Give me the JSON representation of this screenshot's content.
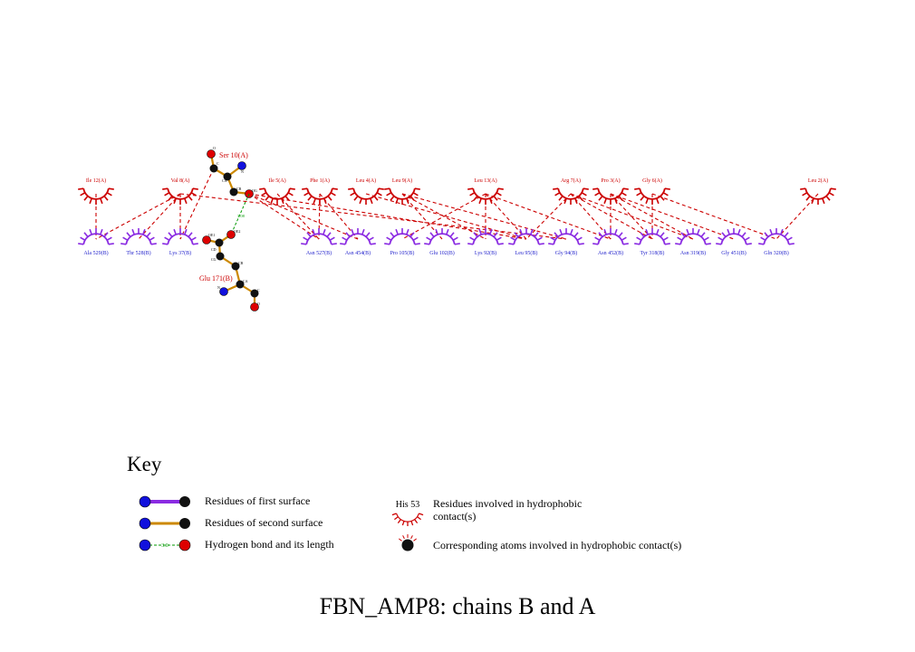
{
  "colors": {
    "arc_first_surface": "#8a2be2",
    "arc_second_surface": "#cc0000",
    "dash": "#cc0000",
    "hbond": "#009900",
    "bond_first": "#8a2be2",
    "bond_second": "#cc8800",
    "label_a": "#cc0000",
    "label_b": "#2222cc"
  },
  "residues_a": [
    {
      "id": "ile12a",
      "label": "Ile 12(A)"
    },
    {
      "id": "val8a",
      "label": "Val 8(A)"
    },
    {
      "id": "ile5a",
      "label": "Ile 5(A)"
    },
    {
      "id": "phe1a",
      "label": "Phe 1(A)"
    },
    {
      "id": "leu4a",
      "label": "Leu 4(A)"
    },
    {
      "id": "leu9a",
      "label": "Leu 9(A)"
    },
    {
      "id": "leu13a",
      "label": "Leu 13(A)"
    },
    {
      "id": "arg7a",
      "label": "Arg 7(A)"
    },
    {
      "id": "pro3a",
      "label": "Pro 3(A)"
    },
    {
      "id": "gly6a",
      "label": "Gly 6(A)"
    },
    {
      "id": "leu2a",
      "label": "Leu 2(A)"
    }
  ],
  "residues_b": [
    {
      "id": "ala529b",
      "label": "Ala 529(B)"
    },
    {
      "id": "thr528b",
      "label": "Thr 528(B)"
    },
    {
      "id": "lys37b",
      "label": "Lys 37(B)"
    },
    {
      "id": "asn527b",
      "label": "Asn 527(B)"
    },
    {
      "id": "asn454b",
      "label": "Asn 454(B)"
    },
    {
      "id": "pro105b",
      "label": "Pro 105(B)"
    },
    {
      "id": "glu102b",
      "label": "Glu 102(B)"
    },
    {
      "id": "lys92b",
      "label": "Lys 92(B)"
    },
    {
      "id": "leu95b",
      "label": "Leu 95(B)"
    },
    {
      "id": "gly94b",
      "label": "Gly 94(B)"
    },
    {
      "id": "asn452b",
      "label": "Asn 452(B)"
    },
    {
      "id": "tyr318b",
      "label": "Tyr 318(B)"
    },
    {
      "id": "asn319b",
      "label": "Asn 319(B)"
    },
    {
      "id": "gly451b",
      "label": "Gly 451(B)"
    },
    {
      "id": "gln320b",
      "label": "Gln 320(B)"
    }
  ],
  "contacts": [
    [
      "ile12a",
      "ala529b"
    ],
    [
      "val8a",
      "ala529b"
    ],
    [
      "val8a",
      "thr528b"
    ],
    [
      "val8a",
      "lys37b"
    ],
    [
      "val8a",
      "gly94b"
    ],
    [
      "ile5a",
      "asn527b"
    ],
    [
      "phe1a",
      "asn527b"
    ],
    [
      "phe1a",
      "asn454b"
    ],
    [
      "leu4a",
      "leu95b"
    ],
    [
      "leu9a",
      "glu102b"
    ],
    [
      "leu9a",
      "lys92b"
    ],
    [
      "leu9a",
      "gly94b"
    ],
    [
      "leu13a",
      "pro105b"
    ],
    [
      "leu13a",
      "lys92b"
    ],
    [
      "leu13a",
      "leu95b"
    ],
    [
      "leu13a",
      "asn452b"
    ],
    [
      "arg7a",
      "leu95b"
    ],
    [
      "arg7a",
      "asn452b"
    ],
    [
      "arg7a",
      "tyr318b"
    ],
    [
      "arg7a",
      "asn319b"
    ],
    [
      "pro3a",
      "asn452b"
    ],
    [
      "pro3a",
      "tyr318b"
    ],
    [
      "pro3a",
      "asn319b"
    ],
    [
      "pro3a",
      "gly451b"
    ],
    [
      "gly6a",
      "tyr318b"
    ],
    [
      "gly6a",
      "gln320b"
    ],
    [
      "leu2a",
      "gln320b"
    ],
    [
      "ser10_c",
      "lys37b"
    ],
    [
      "ser10_o2",
      "asn527b"
    ],
    [
      "ser10_o2",
      "asn454b"
    ],
    [
      "ser10_o2",
      "leu95b"
    ]
  ],
  "ligands": {
    "ser10": {
      "name": "Ser 10(A)",
      "atoms": [
        "O",
        "C",
        "N",
        "CA",
        "CB",
        "OG"
      ]
    },
    "glu171": {
      "name": "Glu 171(B)",
      "atoms": [
        "OE1",
        "CD",
        "OE2",
        "CG",
        "CB",
        "CA",
        "N",
        "C",
        "O"
      ]
    },
    "hbond_distance": "3.08"
  },
  "key": {
    "title": "Key",
    "first_surface": "Residues of first surface",
    "second_surface": "Residues of second surface",
    "hbond": "Hydrogen bond and its length",
    "hbond_distance": "3.0",
    "hydrophobic_example": "His 53",
    "hydrophobic_residues_line1": "Residues involved in hydrophobic",
    "hydrophobic_residues_line2": "contact(s)",
    "hydrophobic_atoms": "Corresponding atoms involved in hydrophobic contact(s)"
  },
  "title": "FBN_AMP8: chains B and A"
}
